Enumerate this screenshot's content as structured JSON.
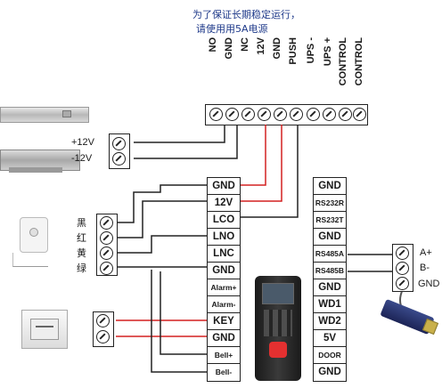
{
  "notes": {
    "line1": "为了保证长期稳定运行，",
    "line2": "请使用用5A电源"
  },
  "power_terminals": [
    "NO",
    "GND",
    "NC",
    "12V",
    "GND",
    "PUSH",
    "UPS -",
    "UPS +",
    "CONTROL",
    "CONTROL"
  ],
  "lock_labels": {
    "plus": "+12V",
    "minus": "-12V"
  },
  "button_colors": [
    "黑",
    "红",
    "黄",
    "绿"
  ],
  "left_terminals": [
    "GND",
    "12V",
    "LCO",
    "LNO",
    "LNC",
    "GND",
    "Alarm+",
    "Alarm-",
    "KEY",
    "GND",
    "Bell+",
    "Bell-"
  ],
  "right_terminals": [
    "GND",
    "RS232R",
    "RS232T",
    "GND",
    "RS485A",
    "RS485B",
    "GND",
    "WD1",
    "WD2",
    "5V",
    "DOOR",
    "GND"
  ],
  "rs485_labels": [
    "A+",
    "B-",
    "GND"
  ],
  "colors": {
    "wire": "#222222",
    "red_wire": "#d42020",
    "note_text": "#1f3a8a"
  }
}
